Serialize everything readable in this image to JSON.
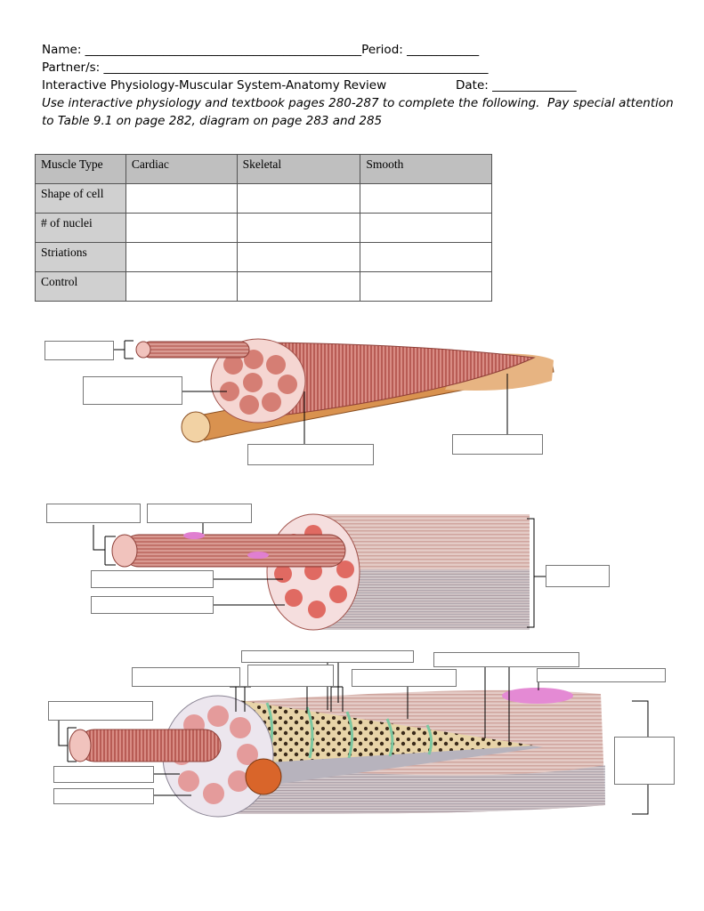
{
  "header": {
    "line1": "Name: ______________________________________________Period: ____________",
    "line2": "Partner/s: ________________________________________________________________",
    "line3_left": "Interactive Physiology-Muscular System-Anatomy Review",
    "line3_right": "Date: ______________",
    "instructions_1": "Use interactive physiology and textbook pages 280-287 to complete the following.  Pay special attention",
    "instructions_2": "to Table 9.1 on page 282, diagram on page 283 and 285"
  },
  "table": {
    "headers": [
      "Muscle Type",
      "Cardiac",
      "Skeletal",
      "Smooth"
    ],
    "rows": [
      "Shape of cell",
      "# of nuclei",
      "Striations",
      "Control"
    ]
  },
  "colors": {
    "muscle": "#c96a62",
    "muscle_light": "#e8a9a0",
    "tendon": "#e7b482",
    "bone": "#d9924f",
    "fiber": "#e6c3bc",
    "myofibril_fill": "#e9b8b2",
    "organelle": "#7a5a3c",
    "label_box_border": "#777777"
  }
}
